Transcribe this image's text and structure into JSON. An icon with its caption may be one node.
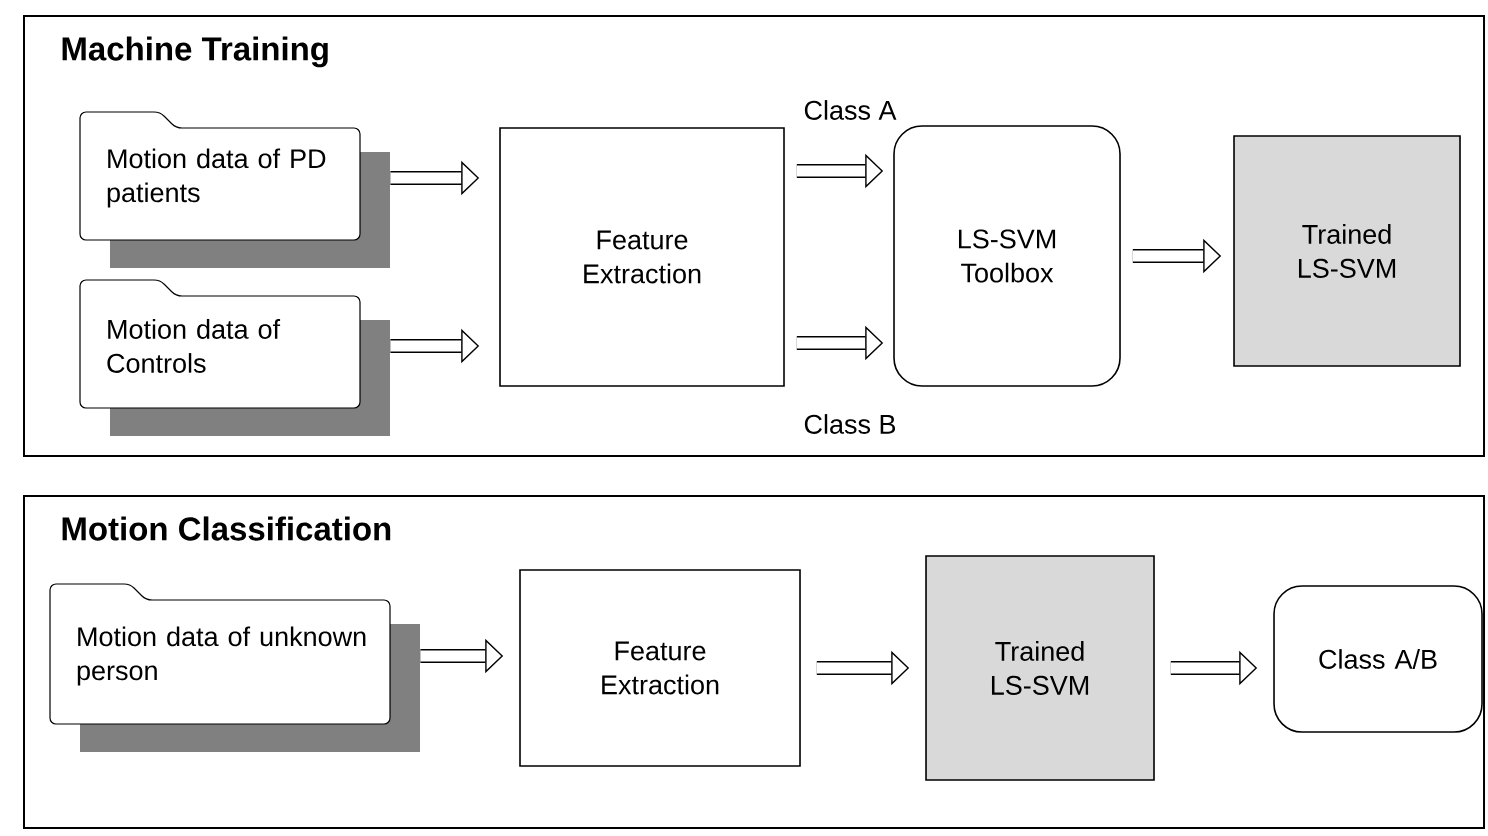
{
  "diagram": {
    "nodes": [
      {
        "text": [
          "Machine Training"
        ]
      },
      {
        "text": [
          "Motion data of PD patients"
        ],
        "in": 0
      },
      {
        "text": [
          "Motion data of Controls"
        ],
        "in": 0
      },
      {
        "text": [
          "Feature Extraction"
        ],
        "in": 0
      },
      {
        "text": [
          "LS-SVM Toolbox"
        ],
        "in": 0
      },
      {
        "text": [
          "Trained LS-SVM"
        ],
        "in": 0
      },
      {
        "text": [
          "Motion Classification"
        ]
      },
      {
        "text": [
          "Motion data of unknown person"
        ],
        "in": 6
      },
      {
        "text": [
          "Feature Extraction"
        ],
        "in": 6
      },
      {
        "text": [
          "Trained LS-SVM"
        ],
        "in": 6
      },
      {
        "text": [
          "Class A/B"
        ],
        "in": 6
      }
    ],
    "edges": [
      {
        "from": 1,
        "to": 3,
        "arrow": "to"
      },
      {
        "from": 2,
        "to": 3,
        "arrow": "to"
      },
      {
        "from": 3,
        "to": 4,
        "arrow": "to",
        "label": "Class A"
      },
      {
        "from": 3,
        "to": 4,
        "arrow": "to",
        "label": "Class B"
      },
      {
        "from": 4,
        "to": 5,
        "arrow": "to"
      },
      {
        "from": 7,
        "to": 8,
        "arrow": "to"
      },
      {
        "from": 8,
        "to": 9,
        "arrow": "to"
      },
      {
        "from": 9,
        "to": 10,
        "arrow": "to"
      }
    ]
  }
}
